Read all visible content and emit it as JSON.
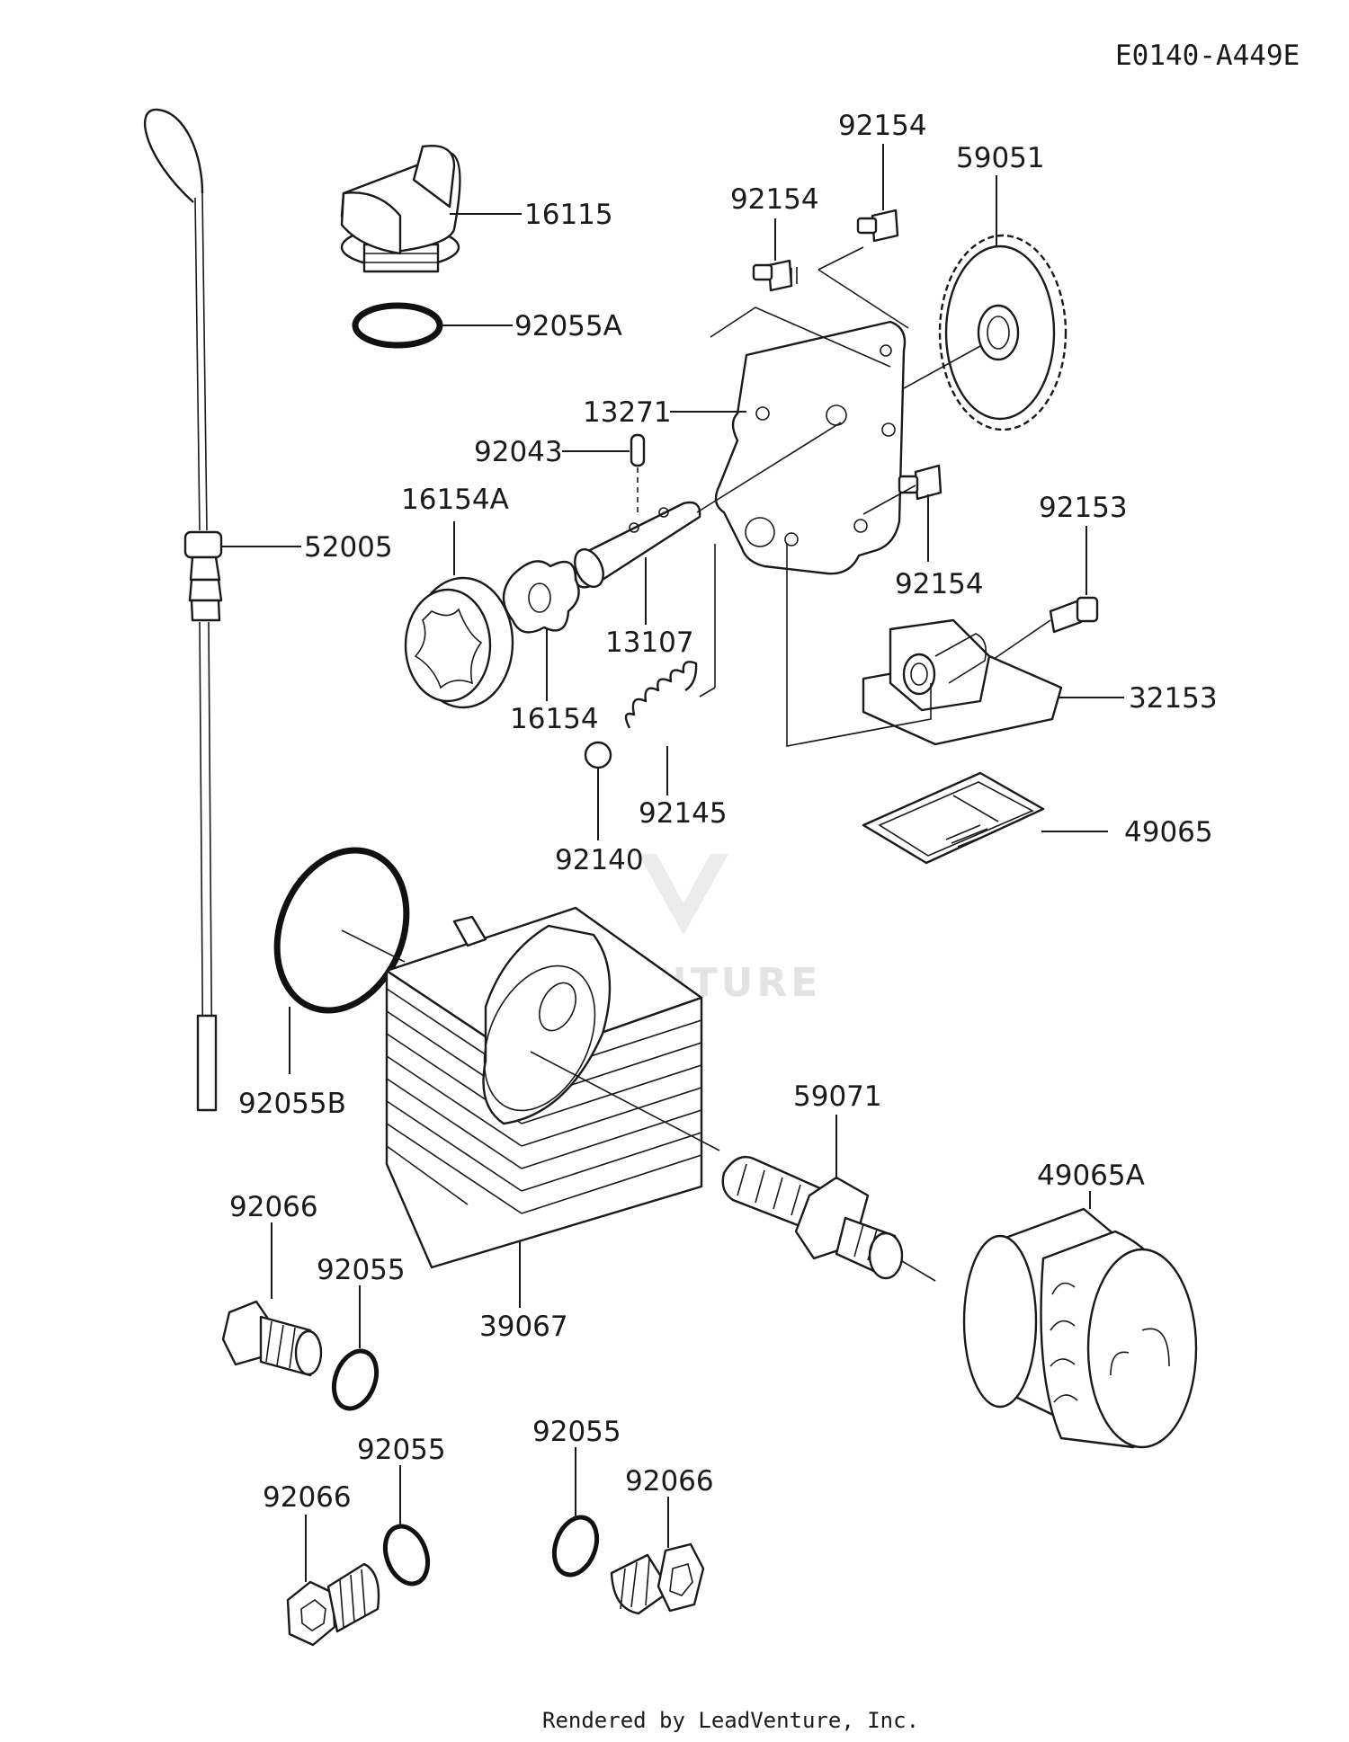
{
  "diagram_code": "E0140-A449E",
  "footer": "Rendered by LeadVenture, Inc.",
  "watermark": "LEADVENTURE",
  "colors": {
    "ink": "#1a1a1a",
    "watermark": "#e3e3e3",
    "background": "#ffffff"
  },
  "parts": {
    "p16115": "16115",
    "p92055A": "92055A",
    "p13271": "13271",
    "p92043": "92043",
    "p16154A": "16154A",
    "p52005": "52005",
    "p16154": "16154",
    "p13107": "13107",
    "p92154_a": "92154",
    "p92154_b": "92154",
    "p92154_c": "92154",
    "p59051": "59051",
    "p92153": "92153",
    "p32153": "32153",
    "p92145": "92145",
    "p92140": "92140",
    "p49065": "49065",
    "p92055B": "92055B",
    "p59071": "59071",
    "p49065A": "49065A",
    "p39067": "39067",
    "p92066_a": "92066",
    "p92055_a": "92055",
    "p92066_b": "92066",
    "p92055_b": "92055",
    "p92055_c": "92055",
    "p92066_c": "92066"
  }
}
